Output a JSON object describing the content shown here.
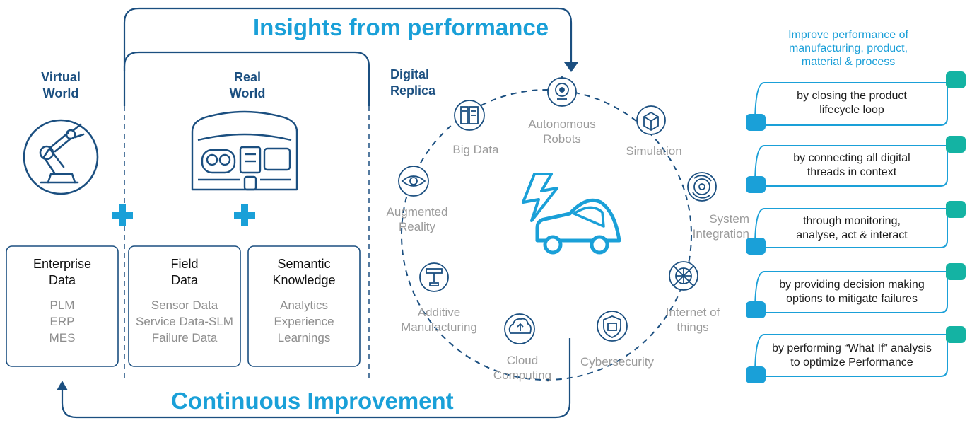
{
  "top_banner": "Insights from performance",
  "bottom_banner": "Continuous Improvement",
  "virtual_world": "Virtual\nWorld",
  "real_world": "Real\nWorld",
  "digital_replica": "Digital\nReplica",
  "data_boxes": [
    {
      "title": "Enterprise\nData",
      "items": "PLM\nERP\nMES"
    },
    {
      "title": "Field\nData",
      "items": "Sensor Data\nService Data-SLM\nFailure Data"
    },
    {
      "title": "Semantic\nKnowledge",
      "items": "Analytics\nExperience\nLearnings"
    }
  ],
  "nodes": [
    {
      "name": "autonomous-robots",
      "label": "Autonomous\nRobots",
      "icon": "robot-head-icon"
    },
    {
      "name": "simulation",
      "label": "Simulation",
      "icon": "cubes-icon"
    },
    {
      "name": "system-integration",
      "label": "System\nIntegration",
      "icon": "gear-cycle-icon"
    },
    {
      "name": "internet-of-things",
      "label": "Internet of\nthings",
      "icon": "network-globe-icon"
    },
    {
      "name": "cybersecurity",
      "label": "Cybersecurity",
      "icon": "shield-icon"
    },
    {
      "name": "cloud-computing",
      "label": "Cloud\nComputing",
      "icon": "cloud-upload-icon"
    },
    {
      "name": "additive-manufacturing",
      "label": "Additive\nManufacturing",
      "icon": "3d-printer-icon"
    },
    {
      "name": "augmented-reality",
      "label": "Augmented\nReality",
      "icon": "eye-icon"
    },
    {
      "name": "big-data",
      "label": "Big Data",
      "icon": "server-rack-icon"
    }
  ],
  "center_icon": "electric-car-icon",
  "right_intro": "Improve performance of\nmanufacturing, product,\nmaterial & process",
  "right_items": [
    "by closing the product\nlifecycle loop",
    "by connecting all digital\nthreads in context",
    "through monitoring,\nanalyse, act & interact",
    "by providing decision making\noptions to mitigate failures",
    "by performing “What If” analysis\nto optimize Performance"
  ],
  "colors": {
    "navy": "#1b4f80",
    "cyan": "#1aa0d8",
    "teal": "#14b3a3",
    "box_border": "#1b4f80",
    "node_text": "#9b9b9b"
  }
}
